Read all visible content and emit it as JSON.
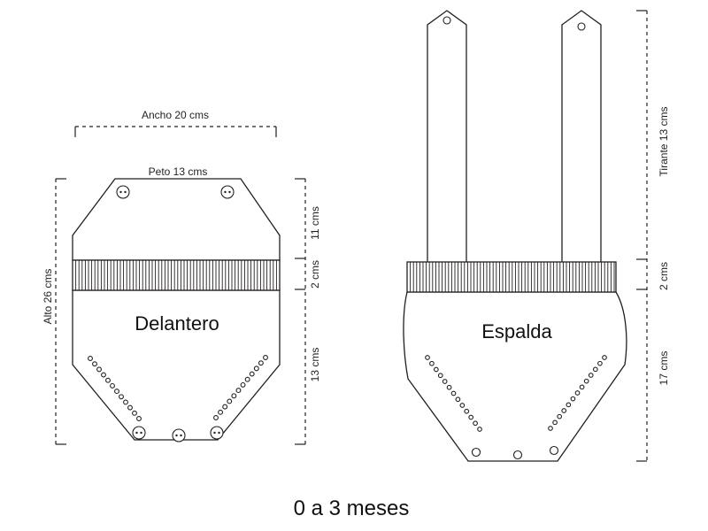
{
  "title": "0 a 3 meses",
  "front": {
    "name": "Delantero",
    "width_label": "Ancho 20 cms",
    "bib_label": "Peto 13 cms",
    "height_label": "Alto 26 cms",
    "dims": [
      "11 cms",
      "2 cms",
      "13 cms"
    ]
  },
  "back": {
    "name": "Espalda",
    "dims": [
      "Tirante 13 cms",
      "2 cms",
      "17 cms"
    ]
  },
  "colors": {
    "line": "#231f20",
    "paper": "#ffffff"
  }
}
